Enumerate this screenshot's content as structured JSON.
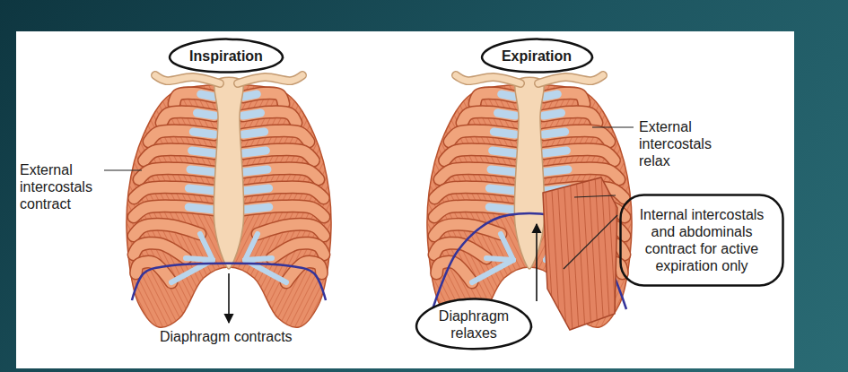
{
  "diagram": {
    "nodes": [
      {
        "text": [
          "Inspiration"
        ]
      },
      {
        "text": [
          "Expiration"
        ]
      },
      {
        "text": [
          "Internal intercostals and abdominals contract for active expiration only"
        ]
      },
      {
        "text": [
          "Diaphragm relaxes"
        ]
      }
    ],
    "labels": [
      "External intercostals contract",
      "Diaphragm contracts",
      "External intercostals relax"
    ]
  }
}
